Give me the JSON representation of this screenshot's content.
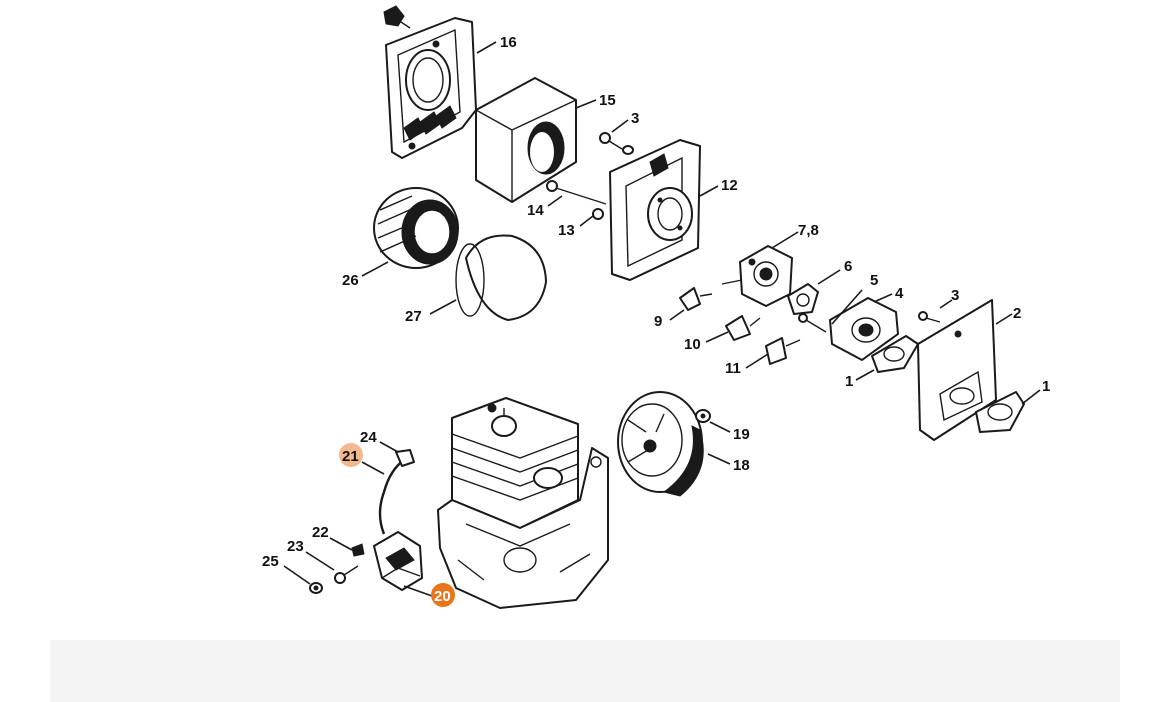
{
  "diagram": {
    "part_labels": [
      {
        "id": "p16",
        "text": "16"
      },
      {
        "id": "p15",
        "text": "15"
      },
      {
        "id": "p3a",
        "text": "3"
      },
      {
        "id": "p12",
        "text": "12"
      },
      {
        "id": "p14",
        "text": "14"
      },
      {
        "id": "p13",
        "text": "13"
      },
      {
        "id": "p26",
        "text": "26"
      },
      {
        "id": "p27",
        "text": "27"
      },
      {
        "id": "p78",
        "text": "7,8"
      },
      {
        "id": "p6",
        "text": "6"
      },
      {
        "id": "p5",
        "text": "5"
      },
      {
        "id": "p4",
        "text": "4"
      },
      {
        "id": "p3b",
        "text": "3"
      },
      {
        "id": "p2",
        "text": "2"
      },
      {
        "id": "p9",
        "text": "9"
      },
      {
        "id": "p10",
        "text": "10"
      },
      {
        "id": "p11",
        "text": "11"
      },
      {
        "id": "p1a",
        "text": "1"
      },
      {
        "id": "p1b",
        "text": "1"
      },
      {
        "id": "p19",
        "text": "19"
      },
      {
        "id": "p18",
        "text": "18"
      },
      {
        "id": "p24",
        "text": "24"
      },
      {
        "id": "p21",
        "text": "21"
      },
      {
        "id": "p22",
        "text": "22"
      },
      {
        "id": "p23",
        "text": "23"
      },
      {
        "id": "p25",
        "text": "25"
      },
      {
        "id": "p20",
        "text": "20"
      }
    ],
    "highlight_colors": {
      "selected": "#e8751a",
      "hovered": "#f3b98c"
    },
    "highlighted_parts": {
      "selected": "20",
      "hovered": "21"
    }
  }
}
